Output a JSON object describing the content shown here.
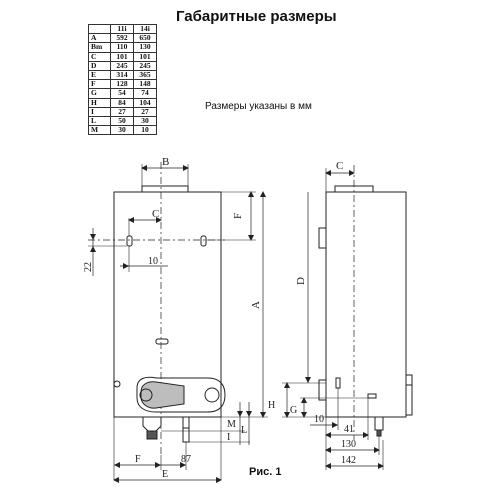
{
  "title": "Габаритные размеры",
  "subtitle": "Размеры указаны  в мм",
  "caption": "Рис. 1",
  "table": {
    "columns": [
      "11i",
      "14i"
    ],
    "rows": [
      {
        "label": "A",
        "v11": "592",
        "v14": "650"
      },
      {
        "label": "Bm",
        "v11": "110",
        "v14": "130"
      },
      {
        "label": "C",
        "v11": "101",
        "v14": "101"
      },
      {
        "label": "D",
        "v11": "245",
        "v14": "245"
      },
      {
        "label": "E",
        "v11": "314",
        "v14": "365"
      },
      {
        "label": "F",
        "v11": "128",
        "v14": "148"
      },
      {
        "label": "G",
        "v11": "54",
        "v14": "74"
      },
      {
        "label": "H",
        "v11": "84",
        "v14": "104"
      },
      {
        "label": "I",
        "v11": "27",
        "v14": "27"
      },
      {
        "label": "L",
        "v11": "50",
        "v14": "30"
      },
      {
        "label": "M",
        "v11": "30",
        "v14": "10"
      }
    ]
  },
  "front": {
    "label_b": "B",
    "label_c": "C",
    "label_f_top": "F",
    "label_a": "A",
    "label_22": "22",
    "label_10": "10",
    "label_m": "M",
    "label_l": "L",
    "label_i": "I",
    "label_f_bottom": "F",
    "label_87": "87",
    "label_e": "E"
  },
  "side": {
    "label_c": "C",
    "label_d": "D",
    "label_h": "H",
    "label_g": "G",
    "label_10": "10",
    "label_41": "41",
    "label_130": "130",
    "label_142": "142"
  }
}
